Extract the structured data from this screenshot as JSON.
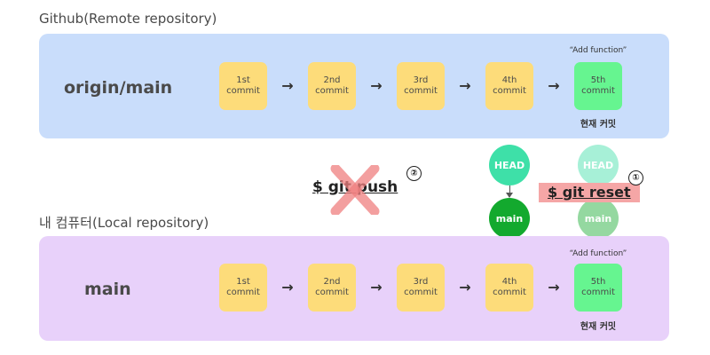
{
  "remote": {
    "title": "Github(Remote repository)",
    "branch": "origin/main",
    "commits": [
      "1st\ncommit",
      "2nd\ncommit",
      "3rd\ncommit",
      "4th\ncommit",
      "5th\ncommit"
    ],
    "arrow": "→",
    "note": "“Add function”",
    "status": "현재 커밋"
  },
  "local": {
    "title": "내 컴퓨터(Local repository)",
    "branch": "main",
    "commits": [
      "1st\ncommit",
      "2nd\ncommit",
      "3rd\ncommit",
      "4th\ncommit",
      "5th\ncommit"
    ],
    "arrow": "→",
    "note": "“Add function”",
    "status": "현재 커밋"
  },
  "pointers": {
    "head": "HEAD",
    "main": "main",
    "ghost_head": "HEAD",
    "ghost_main": "main"
  },
  "commands": {
    "push": "$ git push",
    "push_badge": "②",
    "reset": "$ git reset",
    "reset_badge": "①"
  },
  "colors": {
    "remote_panel": "#c9ddfb",
    "local_panel": "#e8d1fa",
    "commit": "#fddc7a",
    "current_commit": "#66f590",
    "head": "#3ee0a8",
    "main": "#13a92e",
    "cross": "#f08080"
  }
}
